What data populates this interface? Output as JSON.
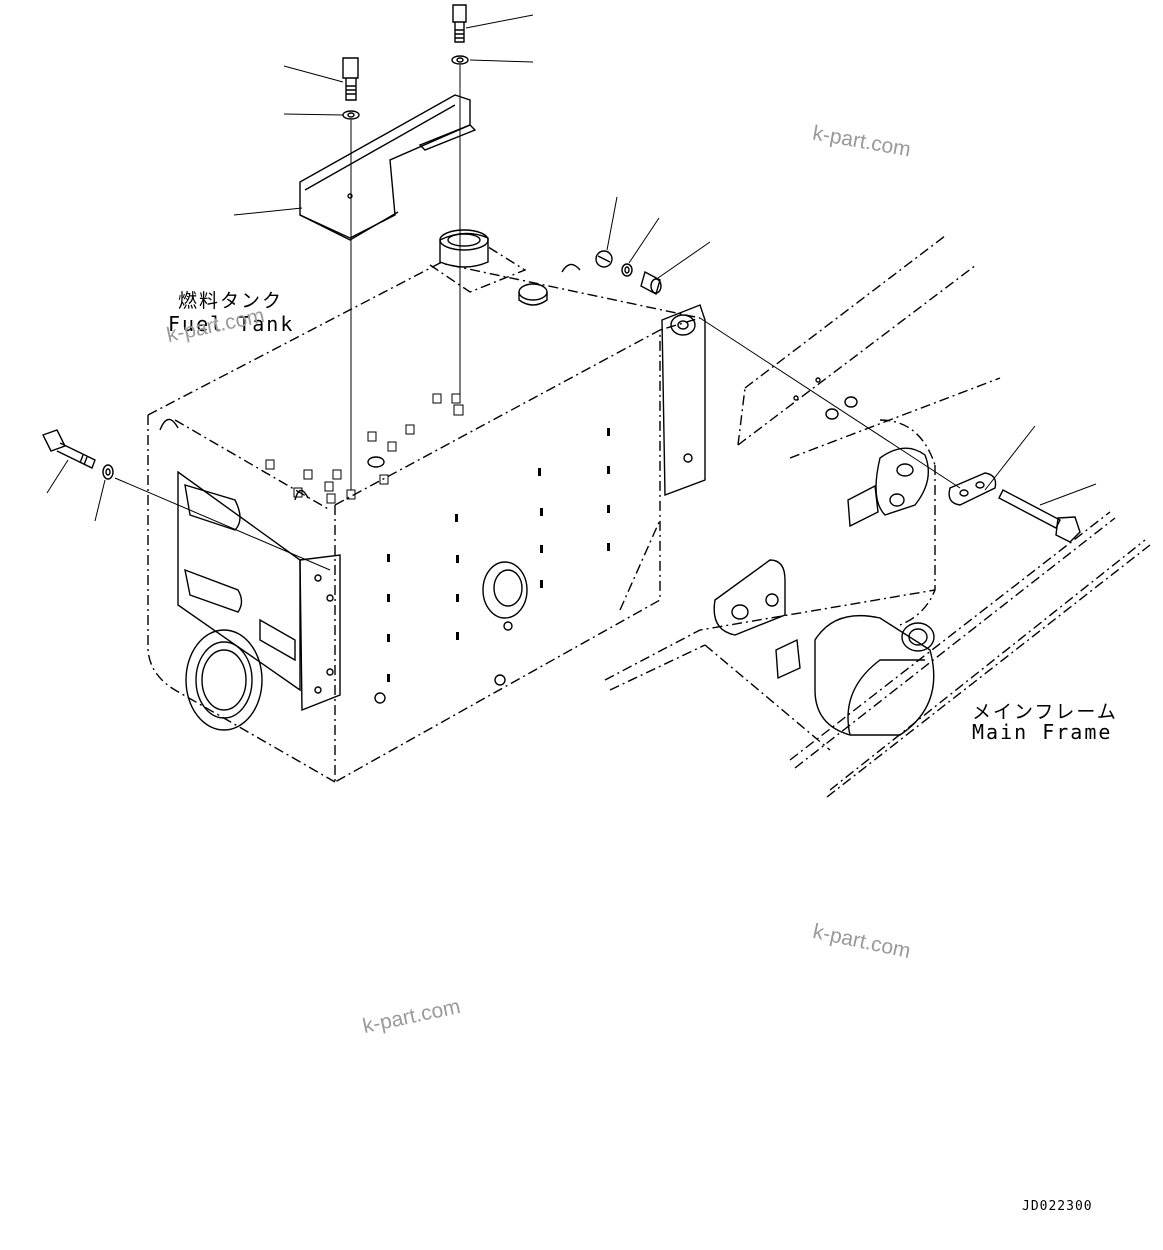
{
  "labels": {
    "fuel_tank_jp": "燃料タンク",
    "fuel_tank_en": "Fuel Tank",
    "main_frame_jp": "メインフレーム",
    "main_frame_en": "Main Frame",
    "drawing_no": "JD022300"
  },
  "watermarks": [
    "k-part.com",
    "k-part.com",
    "k-part.com",
    "k-part.com"
  ],
  "colors": {
    "line": "#000000",
    "watermark": "#9a9a9a",
    "background": "#ffffff"
  }
}
